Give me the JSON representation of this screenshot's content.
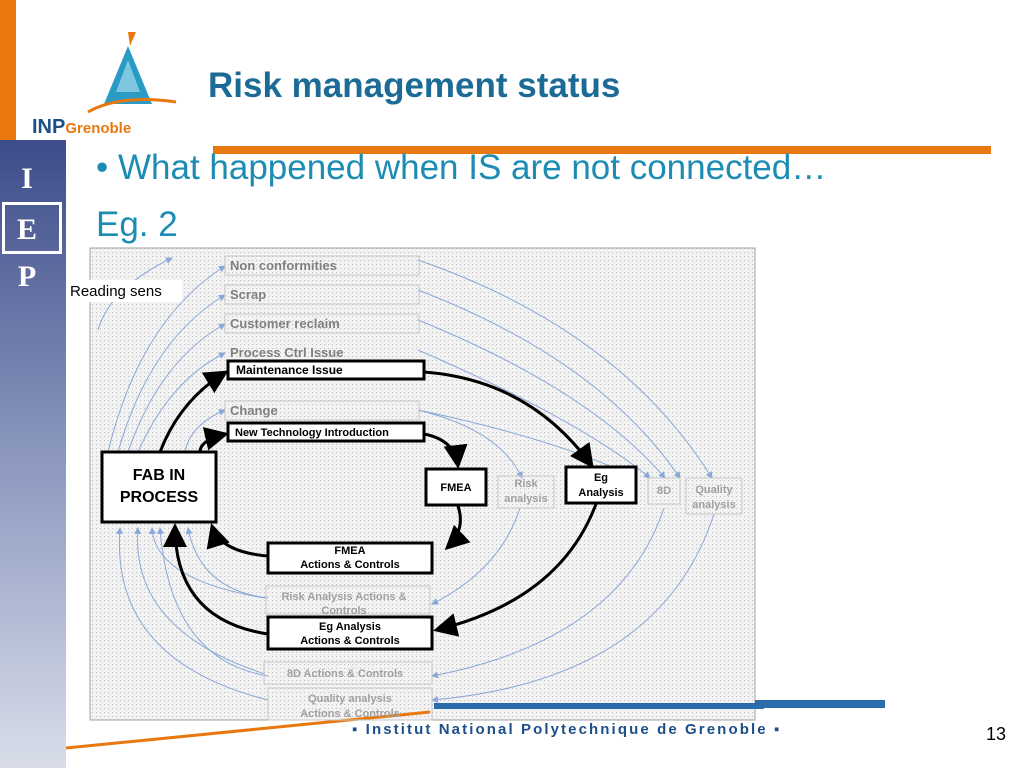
{
  "slide": {
    "title": "Risk management status",
    "bullet": "•  What happened when IS are not connected…",
    "subtitle": "Eg. 2",
    "footer": "▪ Institut National Polytechnique de Grenoble ▪",
    "page_number": "13"
  },
  "logo": {
    "brand_a": "INP",
    "brand_b": "Grenoble"
  },
  "side_letters": [
    "I",
    "E",
    "P"
  ],
  "diagram": {
    "reading_sense": "Reading sens",
    "grey_boxes": [
      "Non conformities",
      "Scrap",
      "Customer reclaim",
      "Process Ctrl Issue",
      "Change"
    ],
    "bold_boxes": [
      "Maintenance Issue",
      "New Technology Introduction"
    ],
    "fab": [
      "FAB IN",
      "PROCESS"
    ],
    "fmea": "FMEA",
    "risk": [
      "Risk",
      "analysis"
    ],
    "eg_analysis": [
      "Eg",
      "Analysis"
    ],
    "eightd": "8D",
    "quality": [
      "Quality",
      "analysis"
    ],
    "fmea_actions": [
      "FMEA",
      "Actions & Controls"
    ],
    "risk_actions": [
      "Risk Analysis Actions &",
      "Controls"
    ],
    "eg_actions": [
      "Eg Analysis",
      "Actions & Controls"
    ],
    "eightd_actions": "8D Actions & Controls",
    "quality_actions": [
      "Quality analysis",
      "Actions & Controls"
    ]
  },
  "colors": {
    "orange": "#e8780e",
    "title_blue": "#1c6a96",
    "text_blue": "#1c8cb4",
    "arrow_blue": "#8aa8d8"
  }
}
